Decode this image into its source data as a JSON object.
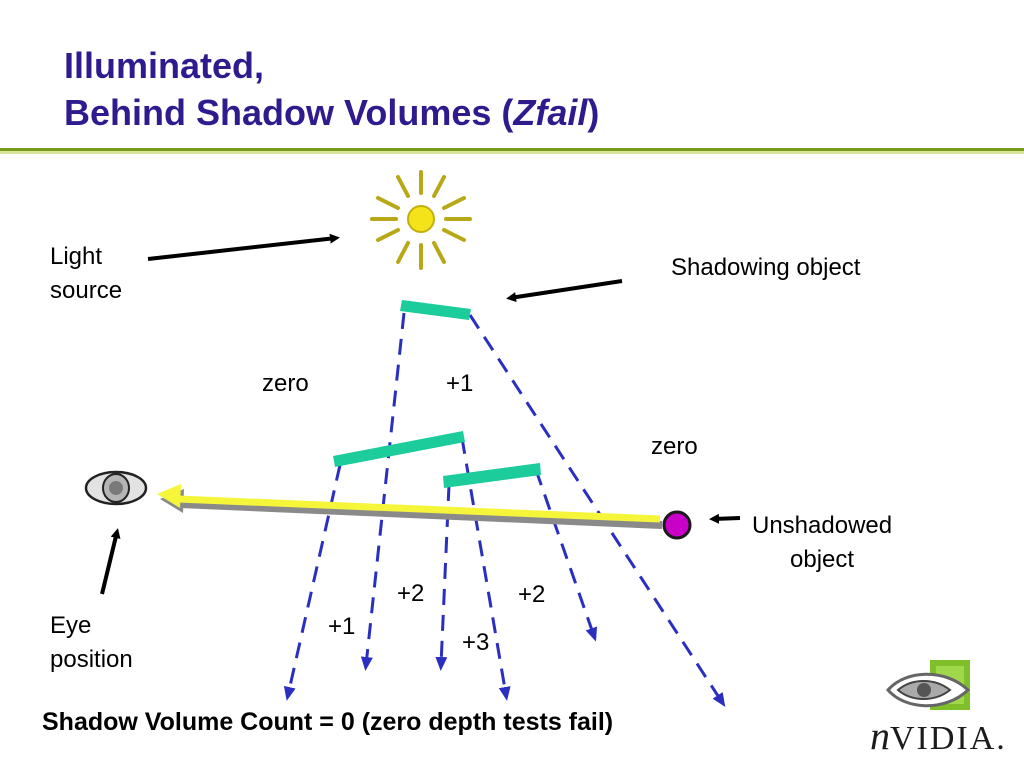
{
  "title": {
    "line1": "Illuminated,",
    "line2_prefix": "Behind Shadow Volumes (",
    "line2_italic": "Zfail",
    "line2_suffix": ")"
  },
  "labels": {
    "light_source_line1": "Light",
    "light_source_line2": "source",
    "shadowing_object": "Shadowing object",
    "unshadowed_object_line1": "Unshadowed",
    "unshadowed_object_line2": "object",
    "eye_position_line1": "Eye",
    "eye_position_line2": "position"
  },
  "counts": {
    "zero_left": "zero",
    "plus1_top": "+1",
    "zero_right": "zero",
    "plus2_left": "+2",
    "plus2_right": "+2",
    "plus1_bottom": "+1",
    "plus3": "+3"
  },
  "footer": "Shadow Volume Count = 0 (zero depth tests fail)",
  "logo": {
    "wordmark_n": "n",
    "wordmark_rest": "VIDIA."
  },
  "colors": {
    "title": "#2f1a8e",
    "accent_green": "#7a9a1e",
    "occluder": "#1ccc9a",
    "ray": "#2b2fc0",
    "sight_line": "#f5f53a",
    "object": "#c800c8",
    "sun": "#f5e31a",
    "sun_rays": "#b8a818"
  }
}
